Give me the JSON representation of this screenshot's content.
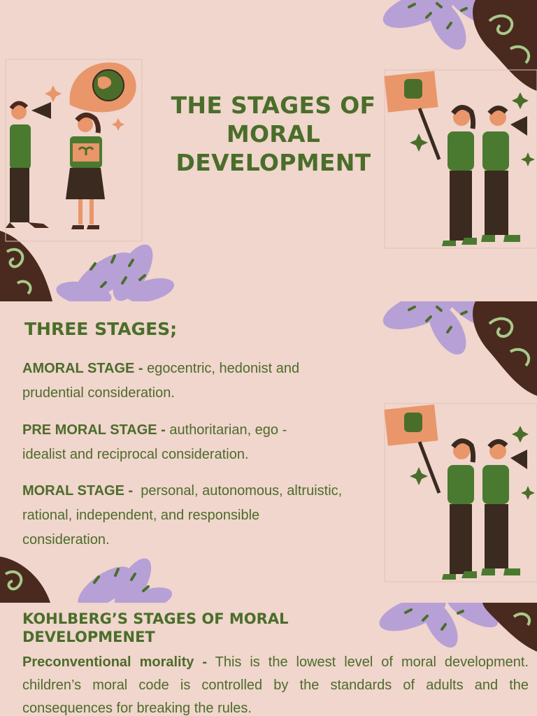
{
  "page1": {
    "title_lines": [
      "THE STAGES OF",
      "MORAL",
      "DEVELOPMENT"
    ]
  },
  "page2": {
    "heading": "THREE STAGES;",
    "stages": [
      {
        "name": "AMORAL STAGE -",
        "desc": " egocentric, hedonist and",
        "desc2": "prudential consideration."
      },
      {
        "name": "PRE MORAL STAGE -",
        "desc": " authoritarian, ego -",
        "desc2": "idealist and reciprocal consideration."
      },
      {
        "name": "MORAL STAGE -",
        "desc": "  personal, autonomous, altruistic,",
        "desc2": "rational, independent, and responsible",
        "desc3": "consideration."
      }
    ]
  },
  "page3": {
    "heading_lines": [
      "KOHLBERG’S STAGES OF MORAL",
      "DEVELOPMENET"
    ],
    "term": "Preconventional morality -",
    "text": " This is the lowest level of moral development. children’s moral code is controlled by the standards of adults and the consequences for breaking the rules."
  },
  "colors": {
    "background": "#f0d6cc",
    "green": "#4a6e2a",
    "brown": "#4a2a1e",
    "lavender": "#b7a0d6",
    "peach": "#e9966b"
  },
  "icons": [
    "megaphone-icon",
    "globe-icon",
    "plant-box-icon",
    "fist-icon",
    "sparkle-icon"
  ]
}
